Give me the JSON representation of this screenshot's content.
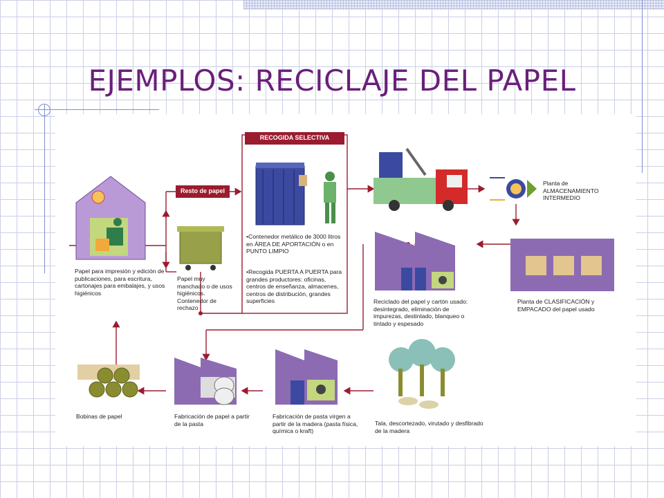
{
  "slide": {
    "title": "EJEMPLOS: RECICLAJE DEL PAPEL"
  },
  "diagram": {
    "recogida_selectiva": "RECOGIDA SELECTIVA",
    "resto_de_papel": "Resto de papel",
    "papel_impresion": "Papel para impresión y edición de publicaciones, para escritura, cartonajes para embalajes, y usos higiénicos",
    "papel_manchado": "Papel muy manchado o de usos higiénicos. Contenedor de rechazo",
    "contenedor_1": "•Contenedor metálico de 3000 litros en ÁREA DE APORTACIÓN o en PUNTO LIMPIO",
    "contenedor_2": "•Recogida PUERTA A PUERTA para grandes productores: oficinas, centros de enseñanza, almacenes, centros de distribución, grandes superficies",
    "planta_almacenamiento": "Planta de ALMACENAMIENTO INTERMEDIO",
    "planta_clasificacion": "Planta de CLASIFICACIÓN y EMPACADO del papel usado",
    "reciclado": "Reciclado del papel y cartón usado: desintegrado, eliminación de impurezas, destintado, blanqueo o tintado y espesado",
    "bobinas": "Bobinas de papel",
    "fabricacion_papel": "Fabricación de papel a partir de la pasta",
    "fabricacion_pasta": "Fabricación de pasta virgen a partir de la madera (pasta física, química o kraft)",
    "tala": "Tala, descortezado, virutado y desfibrado de la madera"
  },
  "colors": {
    "title": "#6a1f7a",
    "arrow": "#9b1c2e",
    "purple": "#7d5aa6",
    "green": "#7fbf7a",
    "olive": "#8e9a3d",
    "red_truck": "#d42a2a"
  }
}
